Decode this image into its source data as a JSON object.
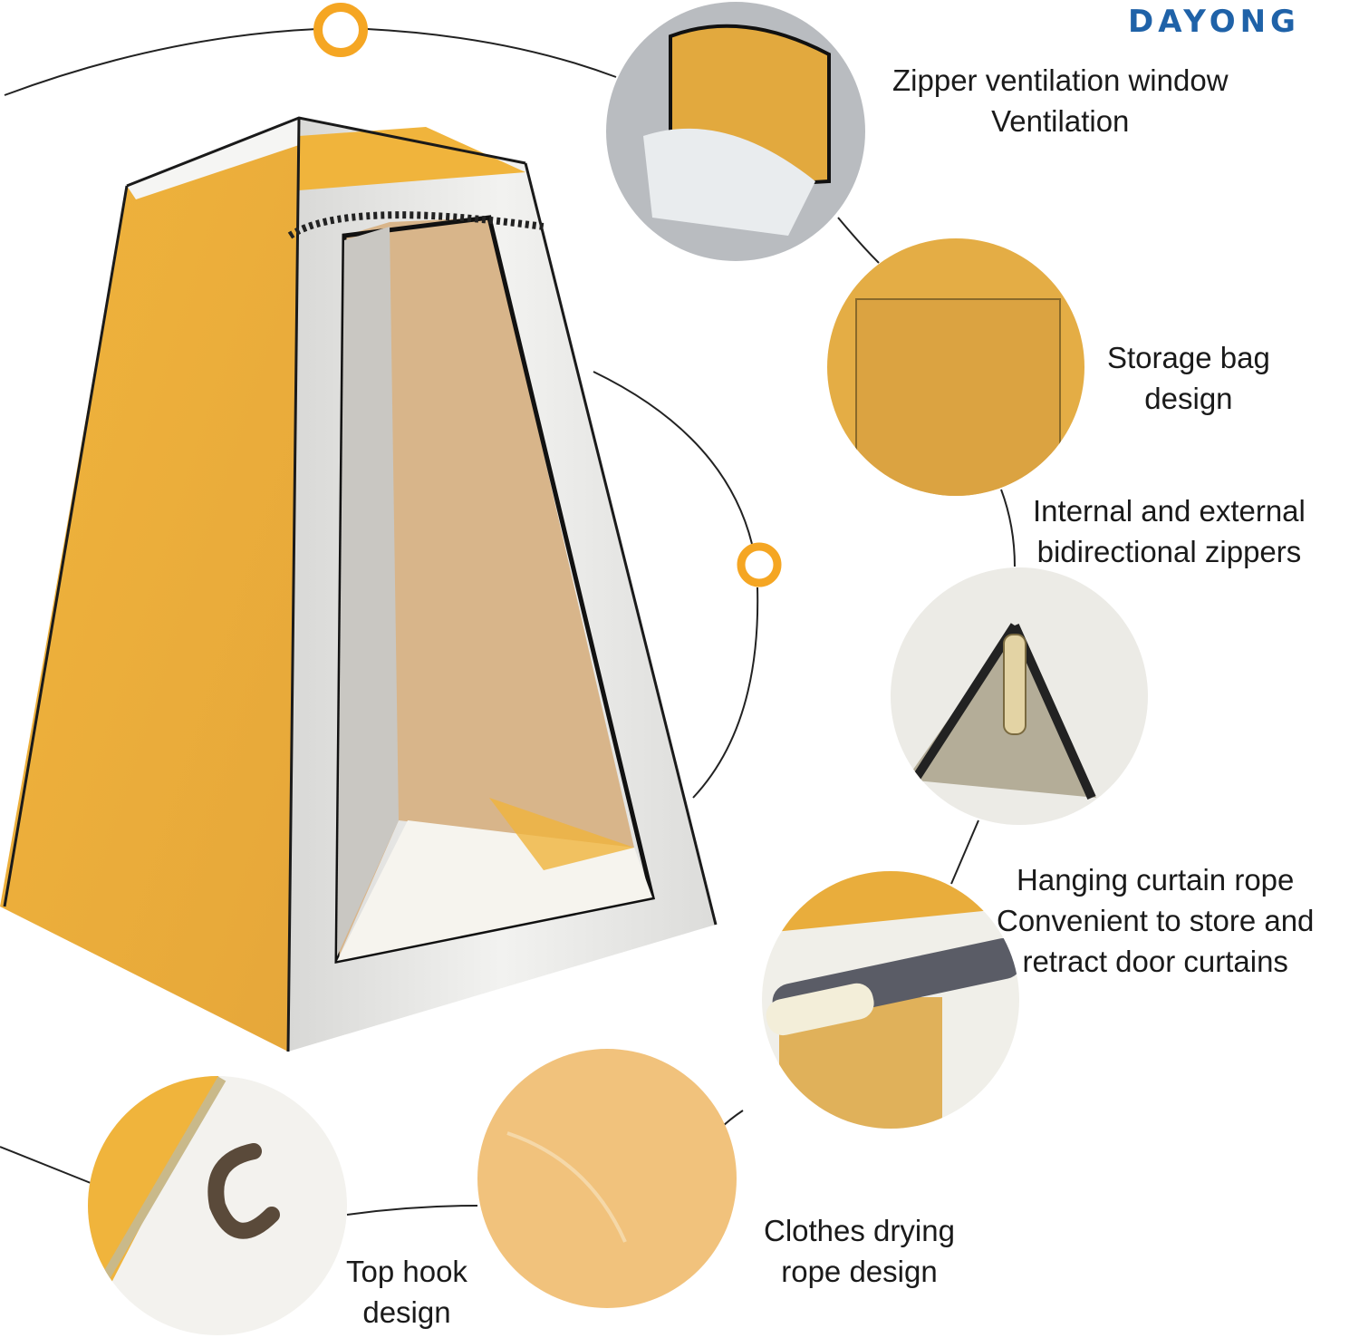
{
  "brand": {
    "logo_text": "DAYONG",
    "color": "#1f62a8"
  },
  "accent_color": "#f5a623",
  "features": [
    {
      "lines": [
        "Zipper ventilation window",
        "Ventilation"
      ]
    },
    {
      "lines": [
        "Storage bag",
        "design"
      ]
    },
    {
      "lines": [
        "Internal and external",
        "bidirectional zippers"
      ]
    },
    {
      "lines": [
        "Hanging curtain rope",
        "Convenient to store and",
        "retract door curtains"
      ]
    },
    {
      "lines": [
        "Clothes drying",
        "rope design"
      ]
    },
    {
      "lines": [
        "Top hook",
        "design"
      ]
    }
  ]
}
